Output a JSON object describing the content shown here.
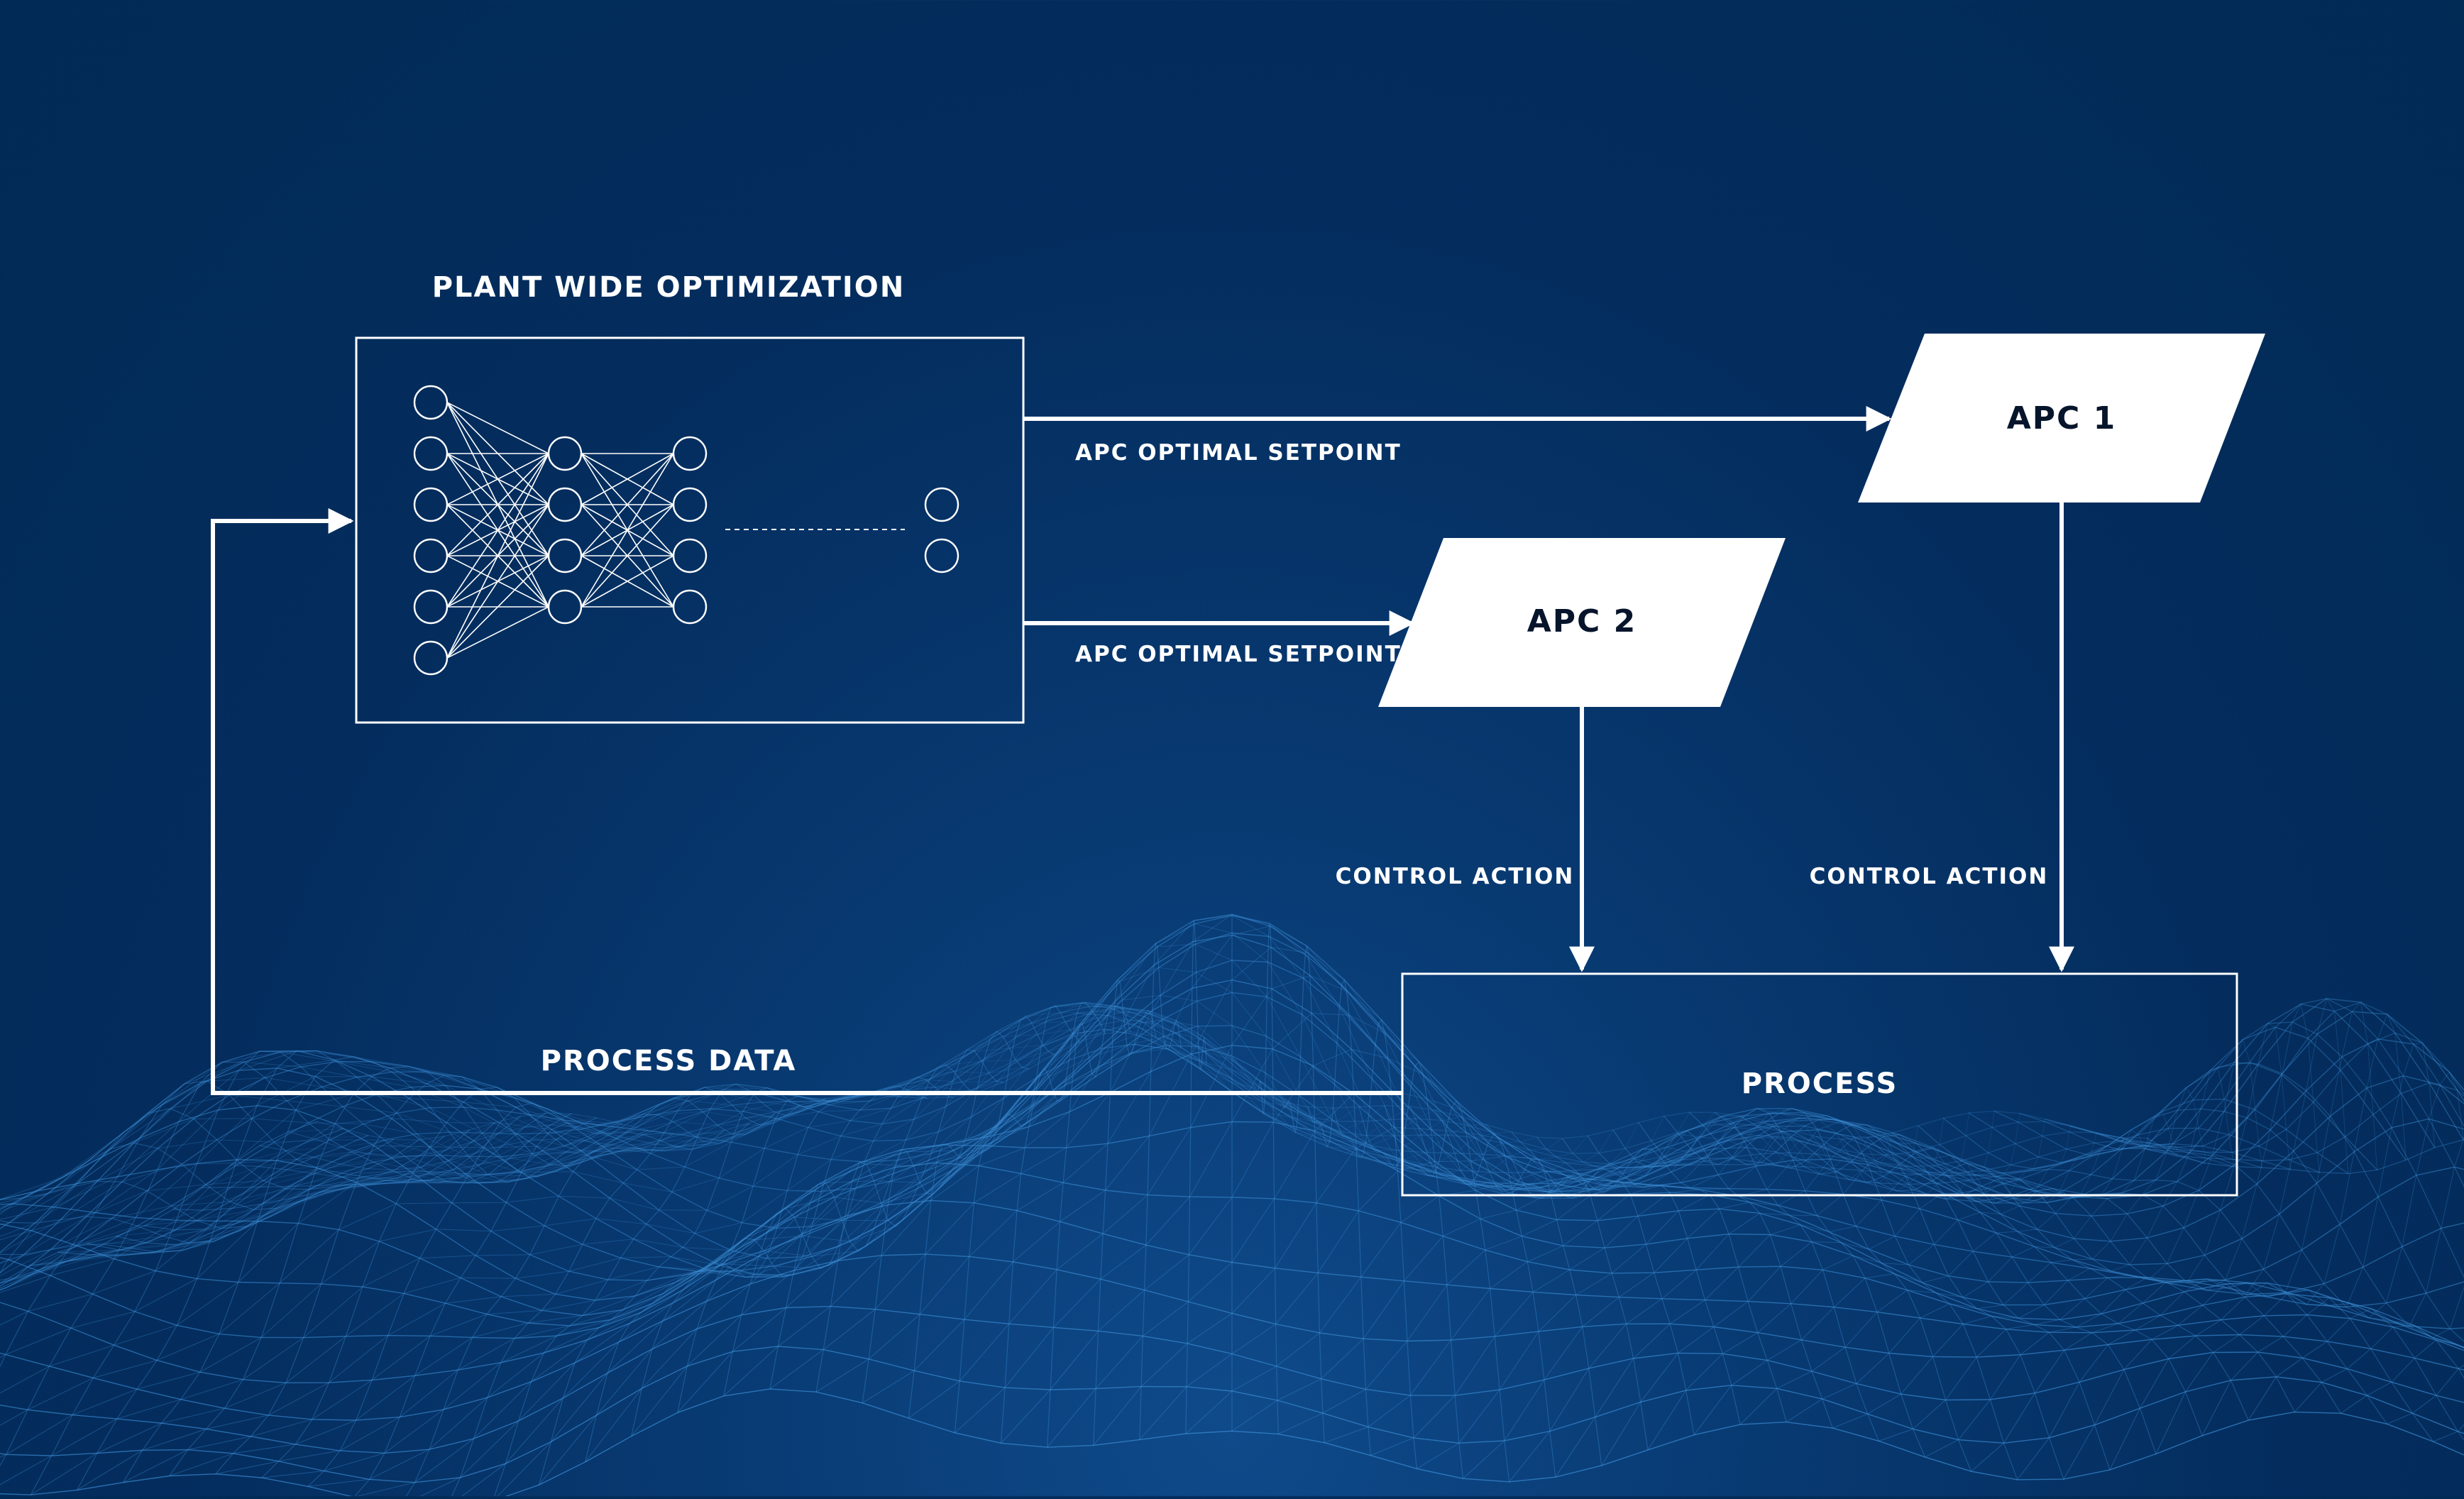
{
  "diagram": {
    "optimization_title": "PLANT WIDE OPTIMIZATION",
    "setpoint_label_1": "APC OPTIMAL SETPOINT",
    "setpoint_label_2": "APC OPTIMAL SETPOINT",
    "apc1_label": "APC 1",
    "apc2_label": "APC 2",
    "control_action_1": "CONTROL ACTION",
    "control_action_2": "CONTROL ACTION",
    "process_label": "PROCESS",
    "process_data_label": "PROCESS DATA"
  },
  "network": {
    "layer_node_counts": [
      6,
      4,
      4
    ],
    "output_node_count": 2
  },
  "colors": {
    "background": "#012a55",
    "line": "#ffffff",
    "apc_fill": "#ffffff",
    "apc_text": "#06152b",
    "mesh": "#3d8fd6"
  }
}
